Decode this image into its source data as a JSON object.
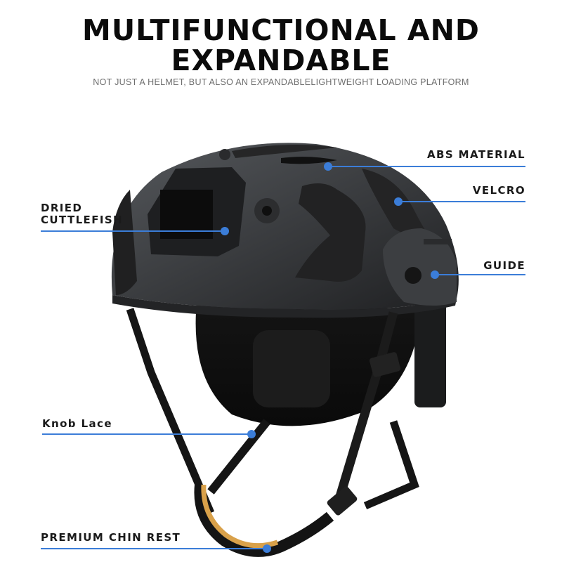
{
  "header": {
    "title_line1": "MULTIFUNCTIONAL AND",
    "title_line2": "EXPANDABLE",
    "subtitle": "NOT JUST A HELMET, BUT ALSO AN EXPANDABLELIGHTWEIGHT LOADING PLATFORM"
  },
  "callouts": [
    {
      "label": "ABS MATERIAL",
      "side": "right"
    },
    {
      "label": "VELCRO",
      "side": "right"
    },
    {
      "label": "DRIED\nCUTTLEFISH",
      "line1": "DRIED",
      "line2": "CUTTLEFISH",
      "side": "left"
    },
    {
      "label": "GUIDE",
      "side": "right"
    },
    {
      "label": "Knob Lace",
      "side": "left"
    },
    {
      "label": "PREMIUM CHIN REST",
      "side": "left"
    }
  ],
  "colors": {
    "accent_line": "#3b7dd8",
    "title": "#0b0b0b",
    "subtitle": "#6e6e6e",
    "helmet": "#2e2f31",
    "chin_pad": "#d9a14a"
  },
  "image": {
    "subject": "tactical-helmet-photo"
  }
}
